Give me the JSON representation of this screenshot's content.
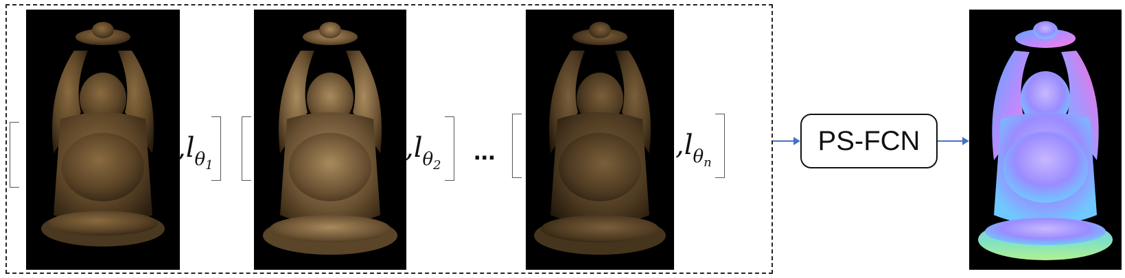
{
  "inputs": [
    {
      "image": "buddha-statue-lit-1",
      "comma": ",",
      "light": "l",
      "theta": "θ",
      "index": "1"
    },
    {
      "image": "buddha-statue-lit-2",
      "comma": ",",
      "light": "l",
      "theta": "θ",
      "index": "2"
    },
    {
      "image": "buddha-statue-lit-n",
      "comma": ",",
      "light": "l",
      "theta": "θ",
      "index": "n"
    }
  ],
  "ellipsis": "...",
  "network": {
    "label": "PS-FCN"
  },
  "output": {
    "image": "buddha-normal-map"
  },
  "colors": {
    "arrow": "#4472c4",
    "bronze": "#6b5233",
    "bronze_light": "#a88a5c",
    "background": "#000000"
  }
}
